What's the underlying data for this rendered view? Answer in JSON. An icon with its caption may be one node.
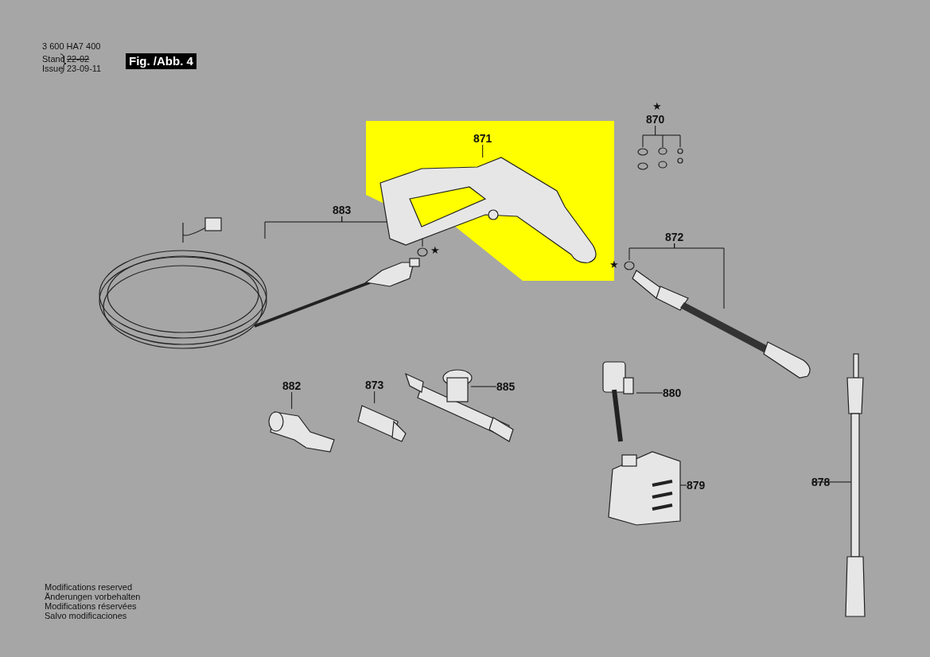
{
  "diagram": {
    "nodes": [
      {
        "text": [
          "871"
        ]
      },
      {
        "text": [],
        "shape": "picture"
      },
      {
        "text": [
          "870"
        ]
      },
      {
        "text": [],
        "shape": "picture"
      },
      {
        "text": [
          "883"
        ]
      },
      {
        "text": [],
        "shape": "picture"
      },
      {
        "text": [],
        "shape": "circle"
      },
      {
        "text": [
          "872"
        ]
      },
      {
        "text": [],
        "shape": "circle"
      },
      {
        "text": [],
        "shape": "picture"
      },
      {
        "text": [
          "882"
        ]
      },
      {
        "text": [],
        "shape": "picture"
      },
      {
        "text": [
          "873"
        ]
      },
      {
        "text": [],
        "shape": "picture"
      },
      {
        "text": [
          "885"
        ]
      },
      {
        "text": [],
        "shape": "picture"
      },
      {
        "text": [
          "880"
        ]
      },
      {
        "text": [],
        "shape": "picture"
      },
      {
        "text": [
          "879"
        ]
      },
      {
        "text": [],
        "shape": "picture"
      },
      {
        "text": [
          "878"
        ]
      },
      {
        "text": [],
        "shape": "picture"
      }
    ],
    "edges": [
      {
        "from": 0,
        "to": 1,
        "arrow": "none"
      },
      {
        "from": 2,
        "to": 3,
        "arrow": "none"
      },
      {
        "from": 4,
        "to": 5,
        "arrow": "none"
      },
      {
        "from": 4,
        "to": 6,
        "arrow": "none"
      },
      {
        "from": 7,
        "to": 8,
        "arrow": "none"
      },
      {
        "from": 7,
        "to": 9,
        "arrow": "none"
      },
      {
        "from": 10,
        "to": 11,
        "arrow": "none"
      },
      {
        "from": 12,
        "to": 13,
        "arrow": "none"
      },
      {
        "from": 14,
        "to": 15,
        "arrow": "none"
      },
      {
        "from": 16,
        "to": 17,
        "arrow": "none"
      },
      {
        "from": 18,
        "to": 19,
        "arrow": "none"
      },
      {
        "from": 20,
        "to": 21,
        "arrow": "none"
      }
    ],
    "labels": [
      "3 600 HA7 400",
      "Stand",
      "22-02",
      "Issue",
      "23-09-11",
      "Fig. /Abb. 4",
      "★",
      "★",
      "★",
      "Modifications reserved",
      "Änderungen vorbehalten",
      "Modifications réservées",
      "Salvo modificaciones"
    ]
  }
}
